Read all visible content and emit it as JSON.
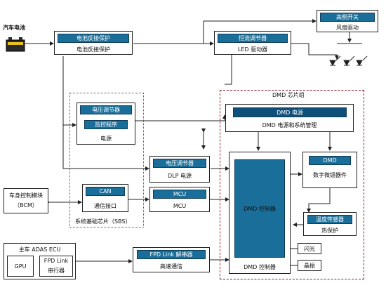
{
  "battery": {
    "label": "汽车电池"
  },
  "battery_protect": {
    "bar": "电池反接保护",
    "caption": "电池反接保护"
  },
  "fan": {
    "bar": "高侧开关",
    "caption": "风扇驱动"
  },
  "led": {
    "bar": "恒流调节器",
    "caption": "LED 驱动器"
  },
  "sbs": {
    "power_bar1": "电压调节器",
    "power_bar2": "监控程序",
    "power_caption": "电源",
    "can_bar": "CAN",
    "can_caption": "通信接口",
    "footer": "系统基础芯片（SBS）"
  },
  "dlp_power": {
    "bar": "电压调节器",
    "caption": "DLP 电源"
  },
  "mcu": {
    "bar": "MCU",
    "caption": "MCU"
  },
  "bcm": {
    "line1": "车身控制模块",
    "line2": "（BCM）"
  },
  "dmd_group": {
    "title": "DMD 芯片组",
    "power_bar": "DMD 电源",
    "power_caption": "DMD 电源和系统管理",
    "controller_inner": "DMD 控制器",
    "controller_caption": "DMD 控制器",
    "mirror_bar": "DMD",
    "mirror_caption": "数字微镜器件"
  },
  "temp": {
    "bar": "温度传感器",
    "caption": "热保护"
  },
  "flash": {
    "label": "闪光"
  },
  "crystal": {
    "label": "晶振"
  },
  "ecu": {
    "title": "主车 ADAS ECU",
    "gpu": "GPU",
    "fpd_ser1": "FPD Link",
    "fpd_ser2": "串行器"
  },
  "fpd_des": {
    "bar": "FPD Link 解串器",
    "caption": "高速通信"
  },
  "colors": {
    "bar": "#1a6e9a",
    "bar_dark": "#0f4f78",
    "dmd_dash": "#8b1a2b",
    "line": "#222222"
  }
}
